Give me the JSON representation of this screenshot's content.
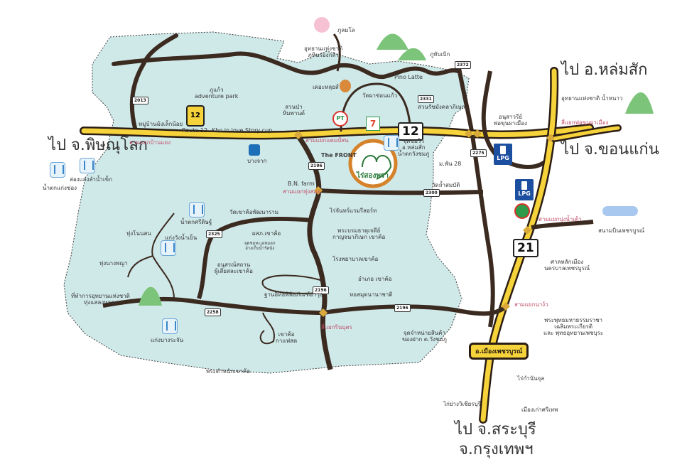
{
  "title": "แผนที่ท่องเที่ยว อ.เขาค้อ - เพชรบูรณ์",
  "colors": {
    "land": "#cfe8e8",
    "highway": "#f6d33a",
    "highway_outline": "#2b1d14",
    "road": "#3b2a20",
    "junction_label": "#c0506a",
    "mountain": "#7cc47a"
  },
  "destinations": {
    "lomsak": "ไป อ.หล่มสัก",
    "khonkaen": "ไป จ.ขอนแก่น",
    "phitsanulok": "ไป จ.พิษณุโลก",
    "saraburi": "ไป จ.สระบุรี",
    "bangkok": "จ.กรุงเทพฯ"
  },
  "routes": {
    "r12": "12",
    "r21": "21",
    "r12_shield_label": "Route 12",
    "shields": [
      "2013",
      "2372",
      "2331",
      "2275",
      "2196",
      "2300",
      "2325",
      "2258",
      "2196",
      "2196"
    ]
  },
  "town_box": "อ.เมืองเพชรบูรณ์",
  "junctions": {
    "ban_yaeng": "สามแยกบ้านแยง",
    "kaem_son": "สามแยกแคมป์สน",
    "thung_samo": "สามแยกทุ่งสมอ",
    "pho_khun": "สี่แยกพ่อขุนผาเมือง",
    "bung_nam_tao": "สามแยกบุ่งน้ำเต้า",
    "na_ngua": "สามแยกนาง้ว",
    "rin_nabut": "สี่แยกรินบุตร"
  },
  "places": {
    "phu_lom_lo": "ภูลมโล",
    "phu_hin_rong_kla": "อุทยานแห่งชาติ\nภูหินร่องกล้า",
    "phu_thap_boek": "ภูทับเบิก",
    "nam_nao": "อุทยานแห่งชาติ น้ำหนาว",
    "teddy": "เดอะหลุยส์",
    "pino_latte": "Pino Latte",
    "wat_pha_sorn_kaew": "วัดผาซ่อนแก้ว",
    "rachamangkala": "สวนรัชมังคลาภิเษก",
    "himmaphan": "สวนป่า\nหิมพานต์",
    "phukaew": "ภูแก้ว\nadventure park",
    "muang_lek": "หมู่บ้านม้งเล็กน้อย",
    "kho_in_love": "Kho in love",
    "story_cup": "Story cup",
    "bangchak": "บางจาก",
    "the_front": "The FRONT",
    "bn_farm": "B.N. farm",
    "view_point": "จุดชมวิว\nอ.หล่มสัก\nน้ำตกวังชมภู",
    "pho_khun_monument": "อนุสาวรีย์\nพ่อขุนผาเมือง",
    "mpan28": "ม.พัน 28",
    "wat_tham_sombat": "วัดถ้ำสมบัติ",
    "airport": "สนามบินเพชรบูรณ์",
    "city_pillar": "ศาลหลักเมือง\nนครบาลเพชรบูรณ์",
    "kaeng_song": "น้ำตกแก่งซ่อง",
    "kaeng_lam_nam_khek": "ล่องแก่งลำน้ำเข็ก",
    "thung_salaeng": "ที่ทำการอุทยานแห่งชาติ\nทุ่งแสลงหลวง",
    "thung_non_son": "ทุ่งโนนสน",
    "thung_nang_phaya": "ทุ่งนางพญา",
    "sri_dit": "น้ำตกศรีดิษฐ์",
    "kaeng_wang_nam_yen": "แก่งวังน้ำเย็น",
    "kaeng_bang_rachan": "แก่งบางระจัน",
    "wat_khao_kho_phatthanaram": "วัดเขาค้อพัฒนาราม",
    "ksorsor": "ผสภ.เขาค้อ",
    "rain_harvest": "จุดชมทะเลหมอก\nอ่างเก็บน้ำรัตนัง",
    "memorial": "อนุสรณ์สถาน\nผู้เสียสละเขาค้อ",
    "weapon_base": "ฐานอิทธิพิพิธภัณฑ์อาวุธ",
    "jan_resort": "ไร่จันทร์แรมรีสอร์ท",
    "pagoda": "พระบรมธาตุเจดีย์\nกาญจนาภิเษก เขาค้อ",
    "hospital": "โรงพยาบาลเขาค้อ",
    "district_office": "อำเภอ เขาค้อ",
    "library": "หอสมุดนานาชาติ",
    "khao_kho_cafe": "เขาค้อ\nกาแฟสด",
    "palace": "พระตำหนักเขาค้อ",
    "otop": "จุดจำหน่ายสินค้า\nของฝาก ต.วังชมภู",
    "buddha": "พระพุทธมหาธรรมราชา\nเฉลิมพระเกียรติ\nและ พุทธอุทยานเพชบุระ",
    "rai_kan_jul": "ไร่กำนันจุล",
    "chicken": "ไก่ย่างวิเชียรบุรี",
    "si_thep": "เมืองเก่าศรีเทพ",
    "resort_logo": "ไร่สองพรา"
  },
  "logos": {
    "lpg": "LPG",
    "seven_eleven": "7",
    "pt": "PT",
    "rai_kan_jul_logo": "ไร่กำนันจุล"
  }
}
